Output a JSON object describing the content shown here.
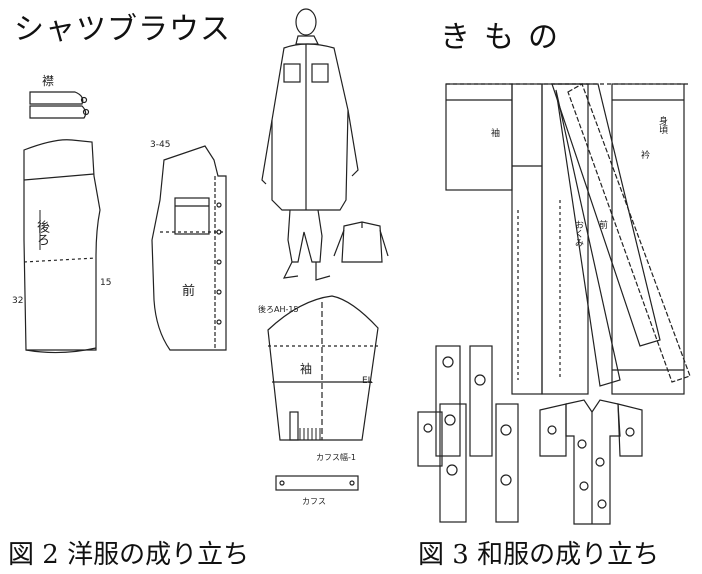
{
  "titles": {
    "left": "シャツブラウス",
    "right": "きもの"
  },
  "captions": {
    "left": "図 2 洋服の成り立ち",
    "right": "図 3 和服の成り立ち"
  },
  "shirt_labels": {
    "collar": "襟",
    "back": "後ろ",
    "front": "前",
    "sleeve": "袖",
    "cuff": "カフス",
    "back_ah": "後ろAH-15",
    "cuff_width": "カフス幅-1",
    "el": "EL",
    "num_32": "32",
    "num_15": "15",
    "num_45": "3-45"
  },
  "kimono_labels": {
    "body": "身頃",
    "collar": "衿",
    "sleeve": "袖",
    "okumi": "おくみ",
    "front": "前"
  },
  "colors": {
    "ink": "#222222",
    "background": "#ffffff"
  }
}
